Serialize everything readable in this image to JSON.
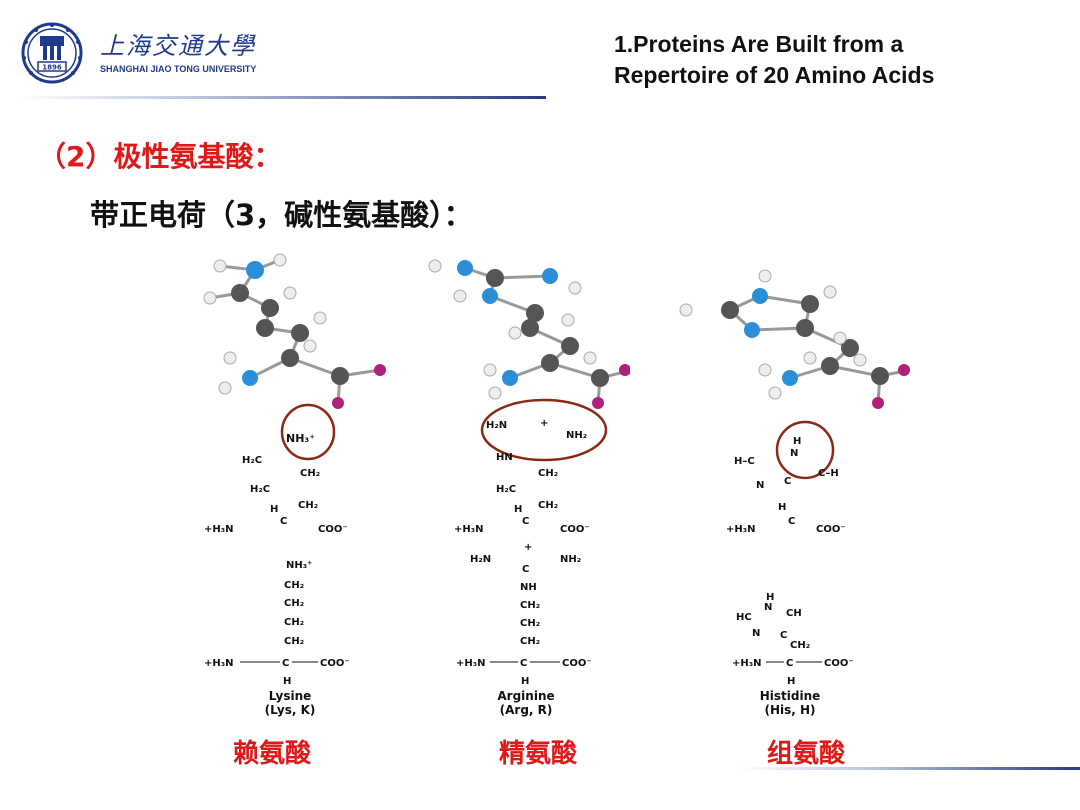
{
  "logo": {
    "cn_text": "上海交通大學",
    "en_text": "SHANGHAI  JIAO TONG  UNIVERSITY",
    "seal_year": "1896"
  },
  "slide_title": {
    "line1": "1.Proteins Are Built from a",
    "line2": "Repertoire of 20 Amino Acids"
  },
  "heading_red": "（2）极性氨基酸：",
  "heading_black": "带正电荷（3，碱性氨基酸）：",
  "amino_acids": [
    {
      "name_en": "Lysine",
      "abbr": "(Lys, K)",
      "name_cn": "赖氨酸",
      "side_group": "NH₃⁺"
    },
    {
      "name_en": "Arginine",
      "abbr": "(Arg, R)",
      "name_cn": "精氨酸",
      "side_group": "H₂N–C–NH₂"
    },
    {
      "name_en": "Histidine",
      "abbr": "(His, H)",
      "name_cn": "组氨酸",
      "side_group": "N–H"
    }
  ],
  "formula": {
    "amino": "+H₃N",
    "carboxyl": "COO⁻",
    "ch2": "CH₂",
    "h2c": "H₂C",
    "nh3": "NH₃⁺",
    "h": "H",
    "c": "C",
    "n": "N",
    "hn": "HN",
    "nh": "NH",
    "h2n": "H₂N",
    "nh2": "NH₂",
    "plus": "+",
    "ch": "CH",
    "hc": "HC",
    "cminus": "C–H",
    "hminus": "H–C"
  },
  "colors": {
    "red_text": "#e01818",
    "navy": "#1f3a8a",
    "circle": "#8b2a14",
    "carbon": "#555555",
    "nitrogen": "#2a8fd8",
    "oxygen": "#b0207a",
    "hydrogen": "#eeeeee"
  }
}
